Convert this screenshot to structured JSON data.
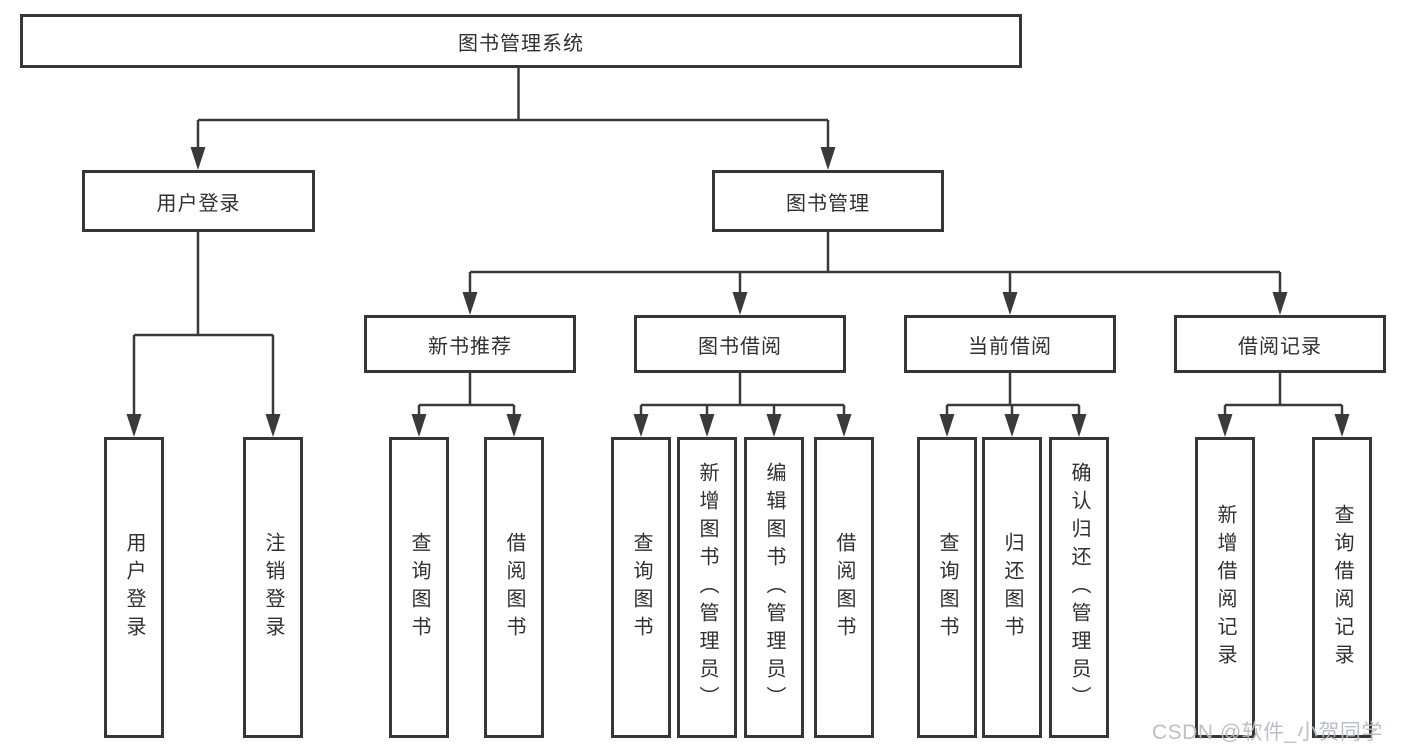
{
  "diagram": {
    "root": {
      "label": "图书管理系统"
    },
    "level2": {
      "user_login": {
        "label": "用户登录"
      },
      "book_mgmt": {
        "label": "图书管理"
      }
    },
    "level3": {
      "new_books": {
        "label": "新书推荐"
      },
      "borrowing": {
        "label": "图书借阅"
      },
      "current": {
        "label": "当前借阅"
      },
      "records": {
        "label": "借阅记录"
      }
    },
    "leaves": {
      "user_login": {
        "label": "用户登录"
      },
      "logout": {
        "label": "注销登录"
      },
      "nb_query_books": {
        "label": "查询图书"
      },
      "nb_borrow_books": {
        "label": "借阅图书"
      },
      "bb_query_books": {
        "label": "查询图书"
      },
      "bb_add_books": {
        "label": "新增图书（管理员）"
      },
      "bb_edit_books": {
        "label": "编辑图书（管理员）"
      },
      "bb_borrow_books": {
        "label": "借阅图书"
      },
      "cb_query_books": {
        "label": "查询图书"
      },
      "cb_return_books": {
        "label": "归还图书"
      },
      "cb_confirm_return": {
        "label": "确认归还（管理员）"
      },
      "br_add_record": {
        "label": "新增借阅记录"
      },
      "br_query_record": {
        "label": "查询借阅记录"
      }
    }
  },
  "watermark": {
    "text": "CSDN @软件_小贺同学"
  },
  "colors": {
    "background": "#ffffff",
    "box_border": "#363636",
    "connector_line": "#3a3a3a",
    "text": "#303030",
    "watermark_text": "#b7bcc3"
  }
}
